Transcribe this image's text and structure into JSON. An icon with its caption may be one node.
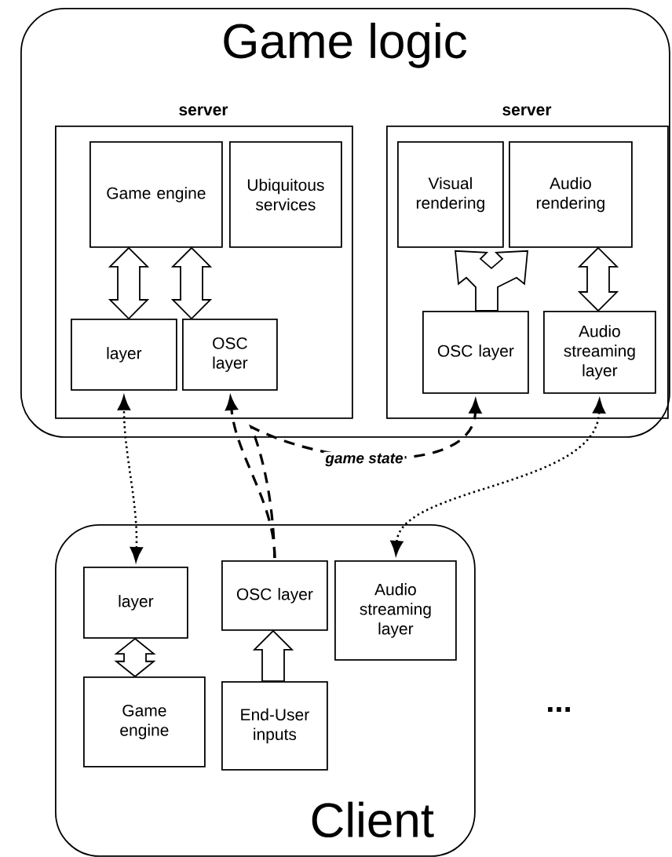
{
  "diagram": {
    "nodes": [
      {
        "text": [
          "Game logic"
        ]
      },
      {
        "text": [
          "server"
        ],
        "in": 0
      },
      {
        "text": [
          "Game engine"
        ],
        "in": 1
      },
      {
        "text": [
          "Ubiquitous services"
        ],
        "in": 1
      },
      {
        "text": [
          "layer"
        ],
        "in": 1
      },
      {
        "text": [
          "OSC layer"
        ],
        "in": 1
      },
      {
        "text": [
          "server"
        ],
        "in": 0
      },
      {
        "text": [
          "Visual rendering"
        ],
        "in": 6
      },
      {
        "text": [
          "Audio rendering"
        ],
        "in": 6
      },
      {
        "text": [
          "OSC layer"
        ],
        "in": 6
      },
      {
        "text": [
          "Audio streaming layer"
        ],
        "in": 6
      },
      {
        "text": [
          "Client"
        ]
      },
      {
        "text": [
          "layer"
        ],
        "in": 11
      },
      {
        "text": [
          "Game engine"
        ],
        "in": 11
      },
      {
        "text": [
          "OSC layer"
        ],
        "in": 11
      },
      {
        "text": [
          "End-User inputs"
        ],
        "in": 11
      },
      {
        "text": [
          "Audio streaming layer"
        ],
        "in": 11
      }
    ],
    "edges": [
      {
        "from": 2,
        "to": 4,
        "arrow": "both"
      },
      {
        "from": 2,
        "to": 5,
        "arrow": "both"
      },
      {
        "from": 9,
        "to": 7,
        "arrow": "to"
      },
      {
        "from": 9,
        "to": 8,
        "arrow": "to"
      },
      {
        "from": 8,
        "to": 10,
        "arrow": "both"
      },
      {
        "from": 12,
        "to": 13,
        "arrow": "both"
      },
      {
        "from": 15,
        "to": 14,
        "arrow": "to"
      },
      {
        "from": 12,
        "to": 4,
        "arrow": "both"
      },
      {
        "from": 14,
        "to": 5,
        "arrow": "to",
        "style": "dashed"
      },
      {
        "from": 14,
        "to": 9,
        "arrow": "to",
        "style": "dashed",
        "label": "game state"
      },
      {
        "from": 16,
        "to": 10,
        "arrow": "both"
      }
    ],
    "labels": [
      "..."
    ]
  }
}
